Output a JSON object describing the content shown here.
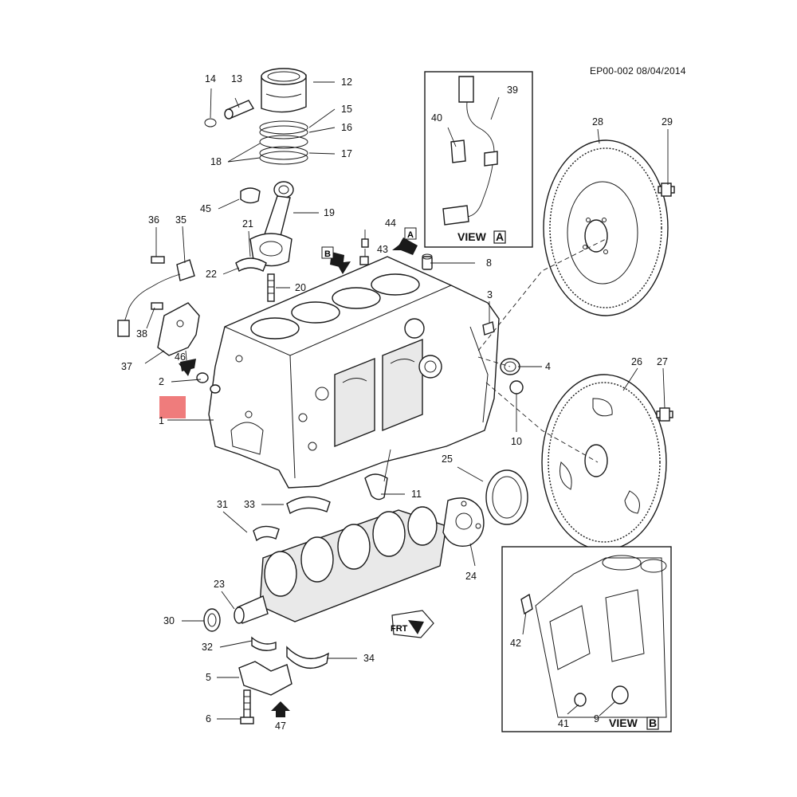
{
  "diagram_id": "EP00-002 08/04/2014",
  "callouts": [
    "1",
    "2",
    "3",
    "4",
    "5",
    "6",
    "8",
    "9",
    "10",
    "11",
    "12",
    "13",
    "14",
    "15",
    "16",
    "17",
    "18",
    "19",
    "20",
    "21",
    "22",
    "23",
    "24",
    "25",
    "26",
    "27",
    "28",
    "29",
    "30",
    "31",
    "32",
    "33",
    "34",
    "35",
    "36",
    "37",
    "38",
    "39",
    "40",
    "41",
    "42",
    "43",
    "44",
    "45",
    "46",
    "47"
  ],
  "views": {
    "a": {
      "prefix": "VIEW",
      "letter": "A"
    },
    "b": {
      "prefix": "VIEW",
      "letter": "B"
    }
  },
  "arrows": {
    "a_letter": "A",
    "b_letter": "B",
    "front_label": "FRT"
  },
  "colors": {
    "line": "#1a1a1a",
    "highlight": "#ef7c7c",
    "shade": "#e9e9e9"
  }
}
